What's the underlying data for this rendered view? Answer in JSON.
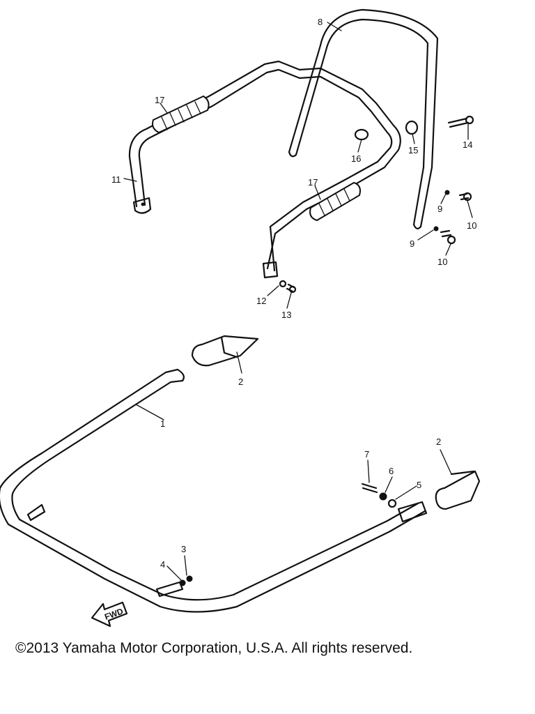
{
  "labels": {
    "l1": "1",
    "l2a": "2",
    "l2b": "2",
    "l3": "3",
    "l4": "4",
    "l5": "5",
    "l6": "6",
    "l7": "7",
    "l8": "8",
    "l9a": "9",
    "l9b": "9",
    "l10a": "10",
    "l10b": "10",
    "l11": "11",
    "l12": "12",
    "l13": "13",
    "l14": "14",
    "l15": "15",
    "l16": "16",
    "l17a": "17",
    "l17b": "17"
  },
  "fwd_arrow": "FWD",
  "copyright": "©2013 Yamaha Motor Corporation, U.S.A. All rights reserved."
}
